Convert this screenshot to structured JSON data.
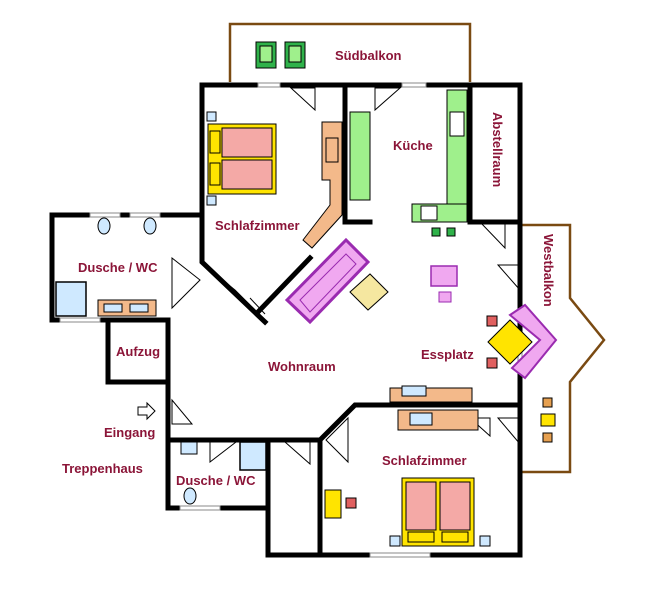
{
  "rooms": {
    "suedbalkon": "Südbalkon",
    "kueche": "Küche",
    "abstellraum": "Abstellraum",
    "westbalkon": "Westbalkon",
    "schlafzimmer_oben": "Schlafzimmer",
    "dusche_wc_links": "Dusche / WC",
    "aufzug": "Aufzug",
    "wohnraum": "Wohnraum",
    "essplatz": "Essplatz",
    "eingang": "Eingang",
    "treppenhaus": "Treppenhaus",
    "dusche_wc_unten": "Dusche / WC",
    "schlafzimmer_unten": "Schlafzimmer"
  },
  "colors": {
    "label": "#8b1538",
    "wall": "#000000",
    "balcony": "#7a4a12",
    "bed_frame": "#ffe400",
    "bed_sheet": "#f4a9a6",
    "furniture_wood": "#f3b98a",
    "kitchen": "#9ff08c",
    "sofa": "#f0a8f0",
    "sofa_edge": "#9a2bb0",
    "table": "#f5e7a0",
    "bath": "#cfe9ff"
  },
  "icons": {
    "entrance": "arrow-right-outline-icon"
  }
}
